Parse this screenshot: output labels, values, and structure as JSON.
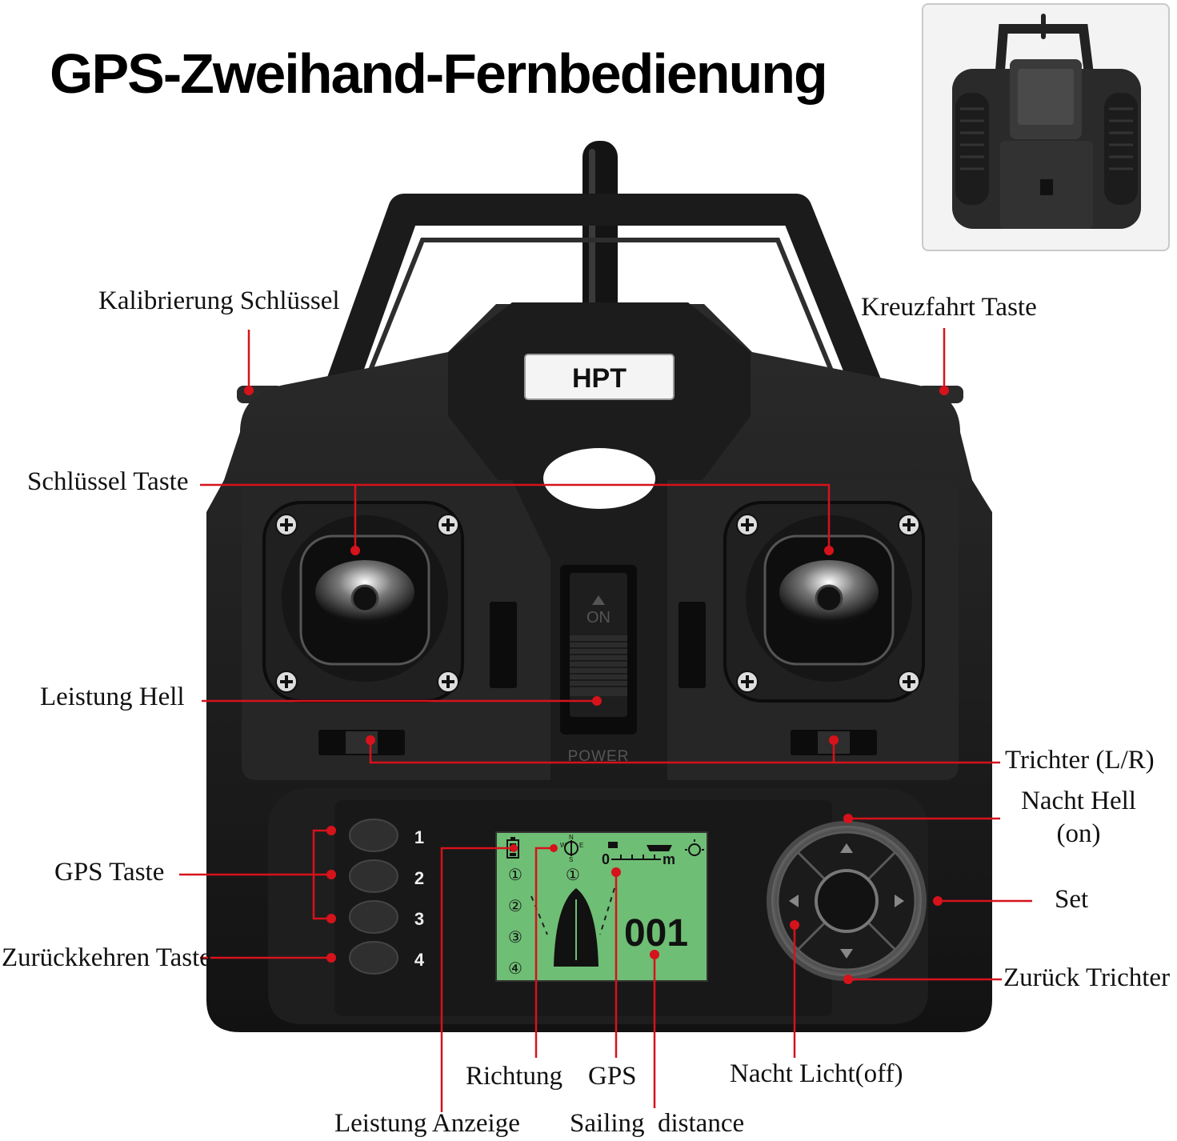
{
  "title": "GPS-Zweihand-Fernbedienung",
  "device": {
    "brand": "HPT",
    "power_switch_on": "ON",
    "power_label": "POWER",
    "gps_buttons": [
      "1",
      "2",
      "3",
      "4"
    ],
    "lcd": {
      "counter": "001",
      "scale_start": "0",
      "scale_unit": "m",
      "compass_n": "N",
      "compass_w": "W",
      "compass_e": "E",
      "compass_s": "S",
      "slots": [
        "①",
        "②",
        "③",
        "④"
      ],
      "top_slot": "①",
      "bg_color": "#6fbe75"
    }
  },
  "labels": {
    "calibration": "Kalibrierung Schlüssel",
    "cruise": "Kreuzfahrt Taste",
    "key_button": "Schlüssel Taste",
    "power_light": "Leistung Hell",
    "trim": "Trichter (L/R)",
    "night_light_on_line1": "Nacht Hell",
    "night_light_on_line2": "(on)",
    "gps_button": "GPS Taste",
    "set": "Set",
    "return_button": "Zurückkehren Taste",
    "return_hopper": "Zurück Trichter",
    "direction": "Richtung",
    "gps": "GPS",
    "night_light_off": "Nacht  Licht(off)",
    "power_indicator": "Leistung Anzeige",
    "sailing_distance": "Sailing  distance"
  },
  "colors": {
    "callout": "#d6121b",
    "body": "#1a1a1a",
    "lcd_green": "#6fbe75"
  }
}
